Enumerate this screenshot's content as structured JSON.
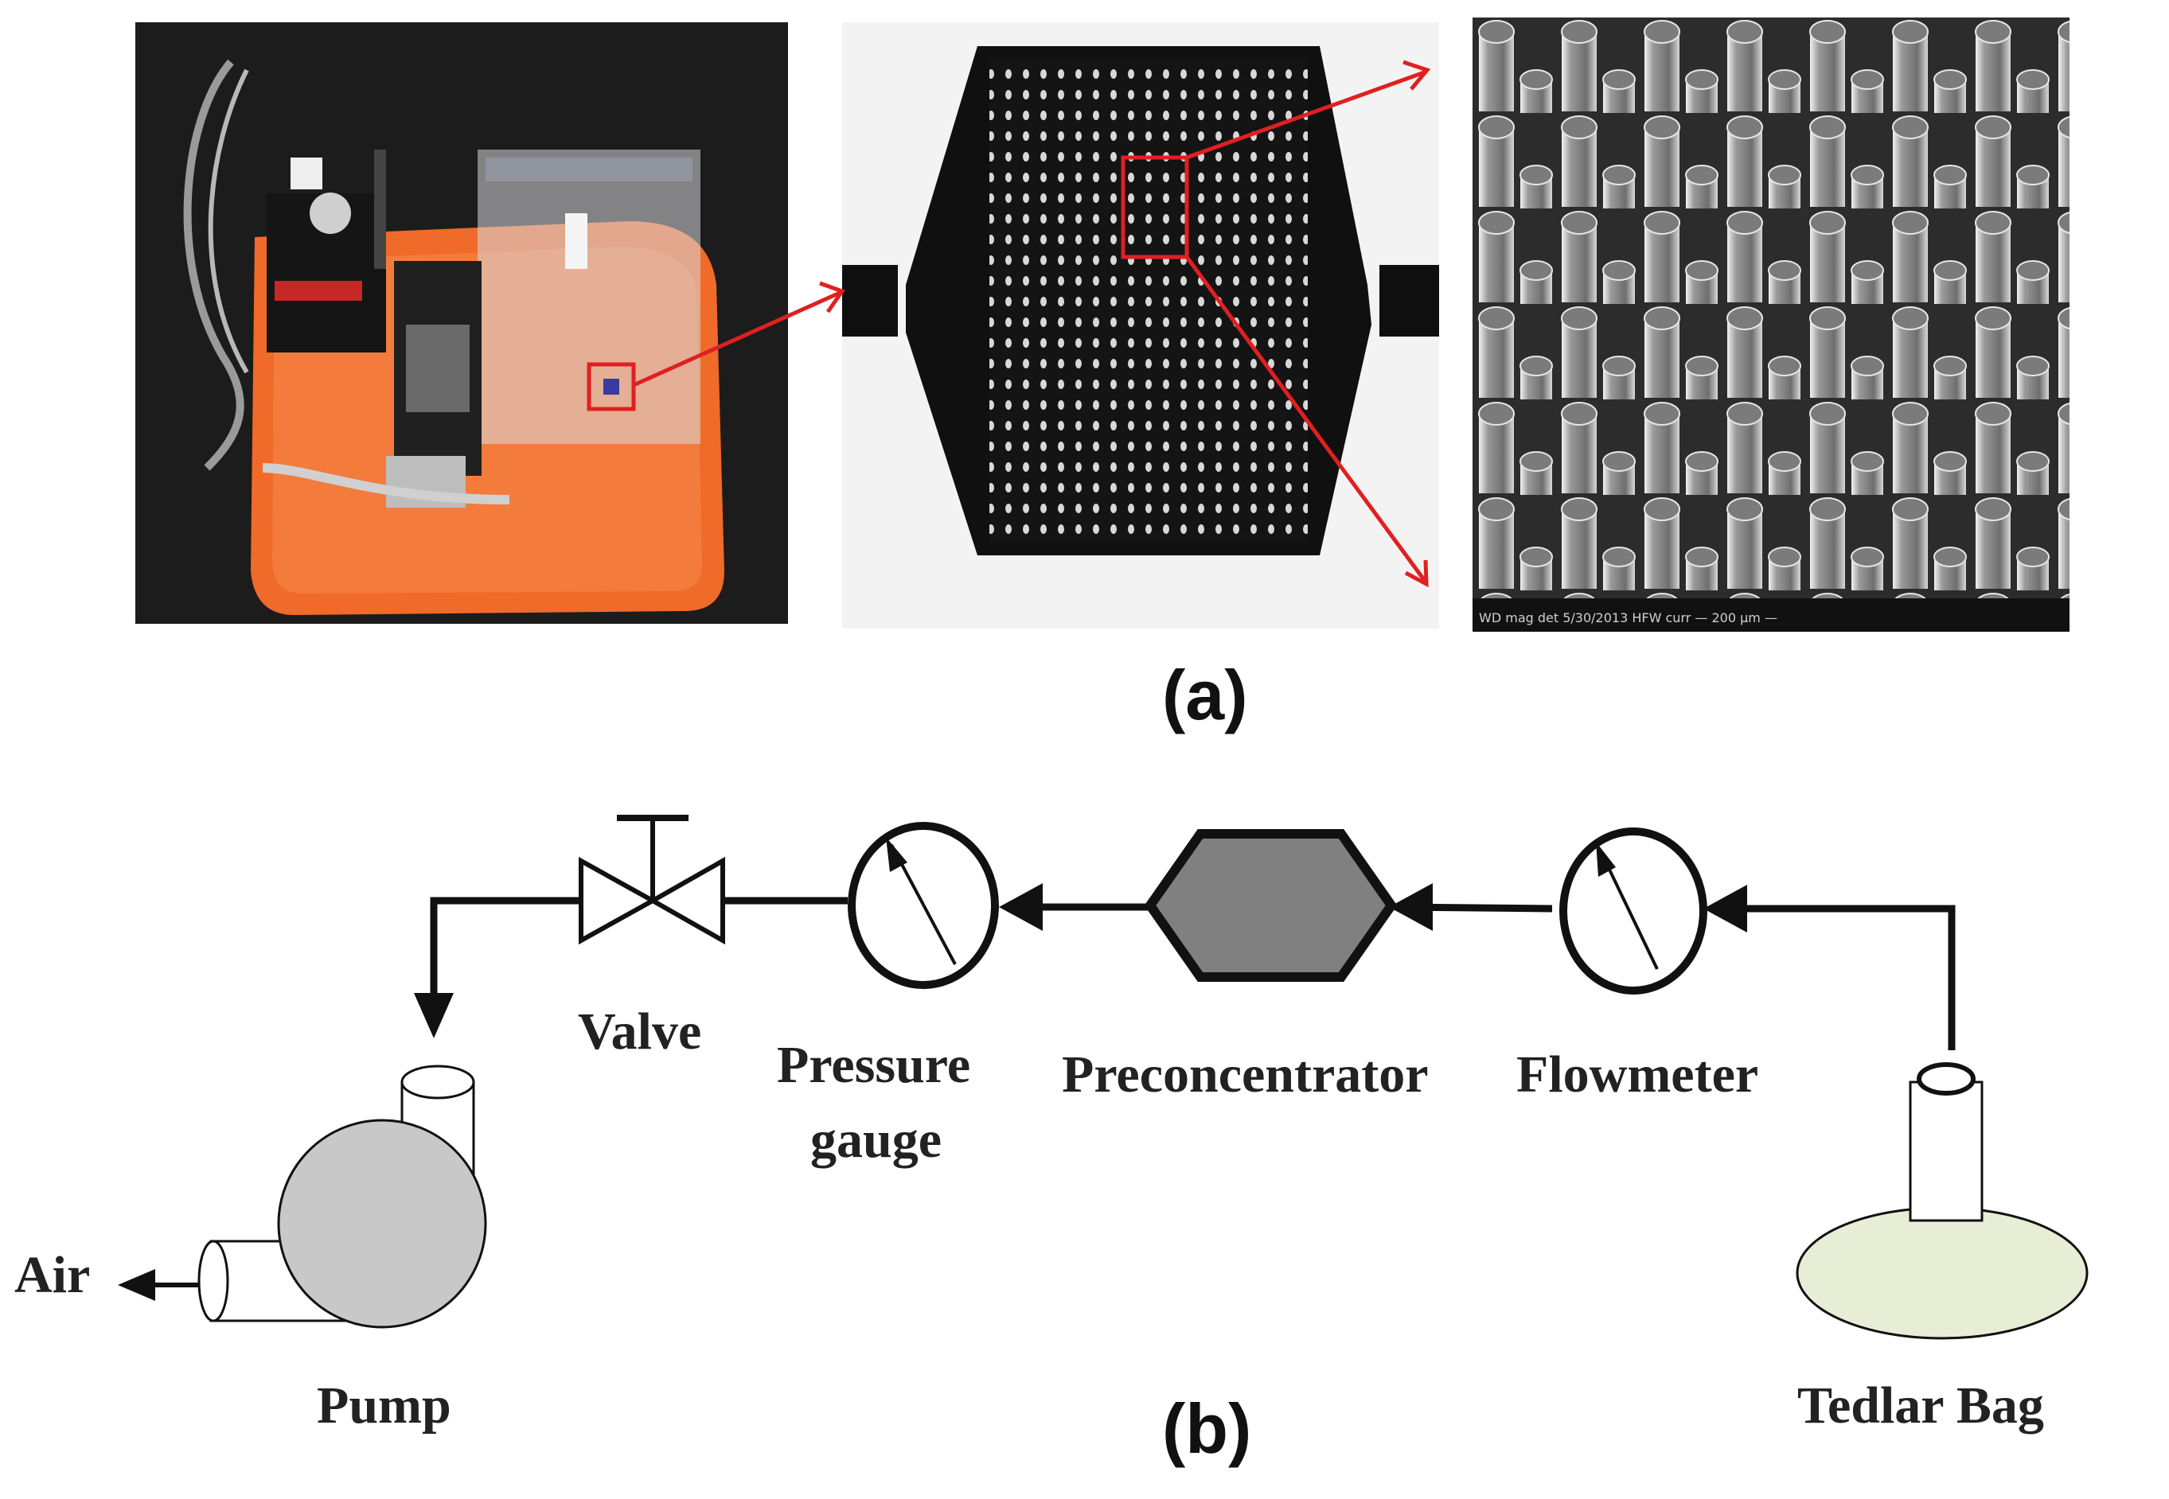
{
  "panels": {
    "a_label": "(a)",
    "b_label": "(b)"
  },
  "photos": {
    "setup_photo": "experimental-setup-photo",
    "chip_photo": "preconcentrator-chip-micrograph",
    "sem_photo": "micropillar-sem-image"
  },
  "sem_infobar": "WD  mag  det  5/30/2013  HFW  curr  — 200 µm —",
  "diagram": {
    "valve": "Valve",
    "pressure_line1": "Pressure",
    "pressure_line2": "gauge",
    "preconcentrator": "Preconcentrator",
    "flowmeter": "Flowmeter",
    "pump": "Pump",
    "tedlar_bag": "Tedlar Bag",
    "air": "Air"
  },
  "colors": {
    "highlight_red": "#e02020",
    "preconcentrator_fill": "#808080",
    "pump_fill": "#c8c8c8",
    "bag_fill": "#e8eed6",
    "tray_orange": "#f06a2a"
  }
}
